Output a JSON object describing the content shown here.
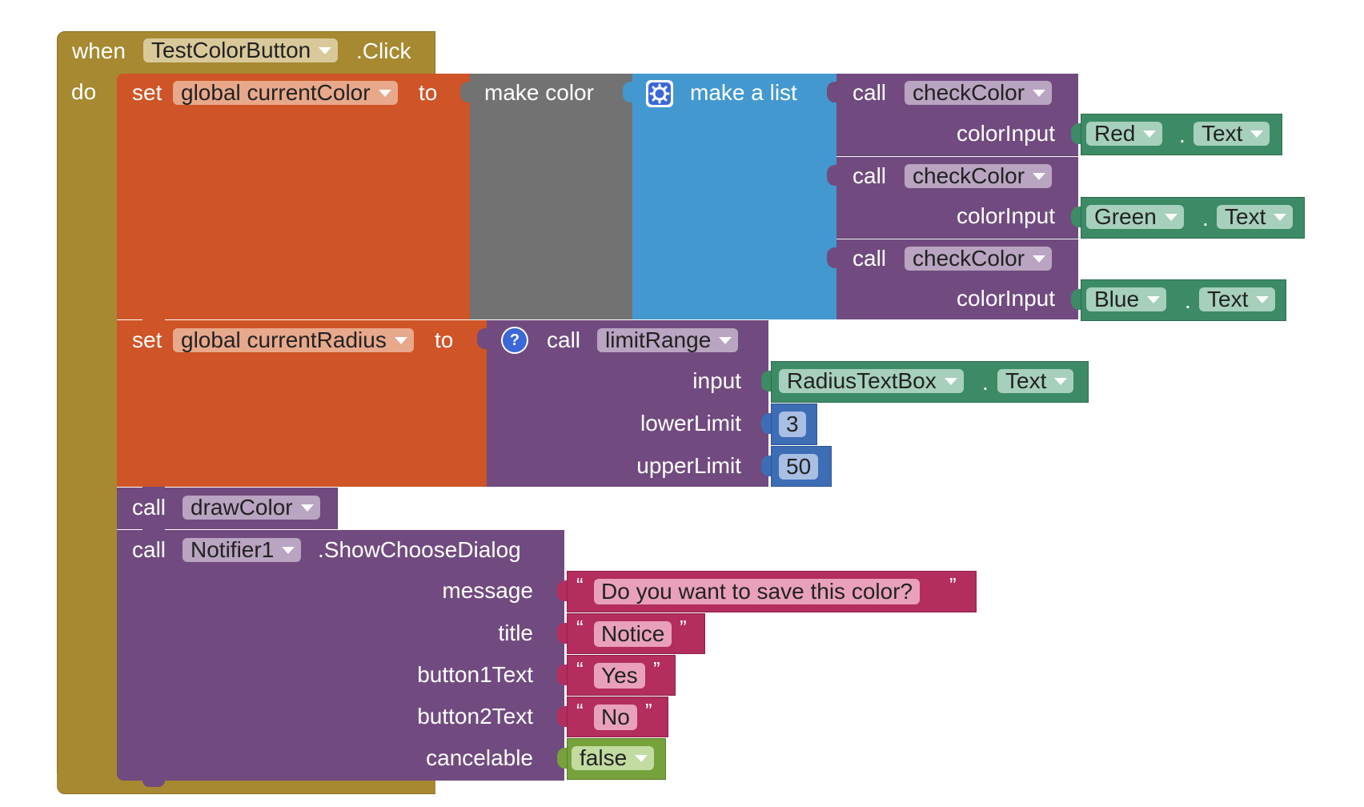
{
  "colors": {
    "event": "#a68930",
    "event_border": "#8a7125",
    "variable": "#cf5427",
    "variable_field": "#e8a88b",
    "color": "#727272",
    "list": "#4399cf",
    "procedure": "#714b7f",
    "procedure_field": "#b9a4c1",
    "component": "#3c8b66",
    "component_field": "#a6d0bc",
    "math": "#3d6db5",
    "math_field": "#a8bfe3",
    "text": "#b32d5e",
    "text_field": "#e9a1bb",
    "logic": "#76a13b",
    "logic_field": "#c1dba0"
  },
  "event_block": {
    "when_label": "when",
    "component": "TestColorButton",
    "event": ".Click",
    "do_label": "do"
  },
  "set_color": {
    "set_label": "set",
    "variable": "global currentColor",
    "to_label": "to",
    "make_color_label": "make color",
    "make_list_label": "make a list",
    "mutator_icon": "gear-icon",
    "calls": [
      {
        "call_label": "call",
        "procedure": "checkColor",
        "param_label": "colorInput",
        "component": "Red",
        "dot": ".",
        "property": "Text"
      },
      {
        "call_label": "call",
        "procedure": "checkColor",
        "param_label": "colorInput",
        "component": "Green",
        "dot": ".",
        "property": "Text"
      },
      {
        "call_label": "call",
        "procedure": "checkColor",
        "param_label": "colorInput",
        "component": "Blue",
        "dot": ".",
        "property": "Text"
      }
    ]
  },
  "set_radius": {
    "set_label": "set",
    "variable": "global currentRadius",
    "to_label": "to",
    "help_icon": "?",
    "call_label": "call",
    "procedure": "limitRange",
    "params": [
      {
        "label": "input",
        "component": "RadiusTextBox",
        "dot": ".",
        "property": "Text"
      },
      {
        "label": "lowerLimit",
        "value": "3"
      },
      {
        "label": "upperLimit",
        "value": "50"
      }
    ]
  },
  "draw_call": {
    "call_label": "call",
    "procedure": "drawColor"
  },
  "notifier_call": {
    "call_label": "call",
    "component": "Notifier1",
    "method": ".ShowChooseDialog",
    "open_quote": "“",
    "close_quote": "”",
    "args": [
      {
        "label": "message",
        "value": "Do you want to save this color?"
      },
      {
        "label": "title",
        "value": "Notice"
      },
      {
        "label": "button1Text",
        "value": "Yes"
      },
      {
        "label": "button2Text",
        "value": "No"
      },
      {
        "label": "cancelable",
        "value": "false"
      }
    ]
  }
}
